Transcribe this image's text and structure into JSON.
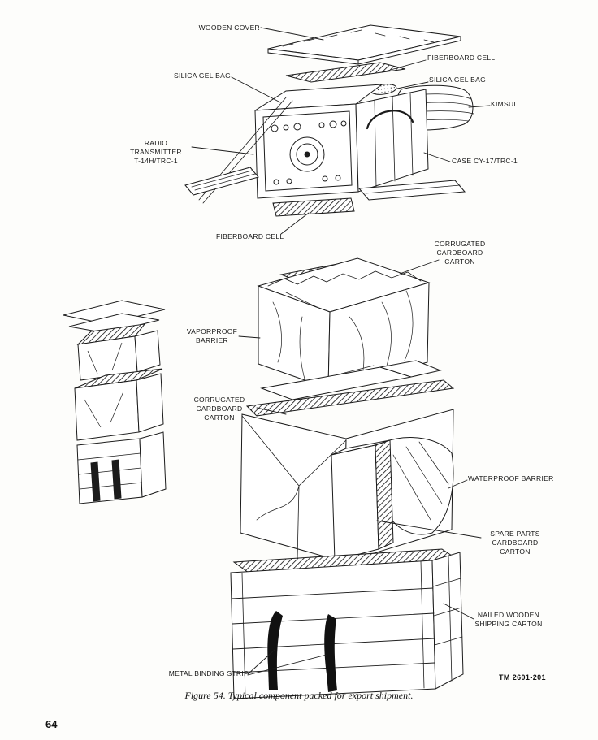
{
  "page": {
    "number": "64",
    "caption": "Figure 54.  Typical component packed for export shipment.",
    "ink_color": "#1b1b1b",
    "paper_color": "#fdfdfb"
  },
  "top_figure": {
    "labels": {
      "wooden_cover": "WOODEN COVER",
      "fiberboard_cell_top": "FIBERBOARD CELL",
      "silica_gel_bag_left": "SILICA GEL BAG",
      "silica_gel_bag_right": "SILICA GEL BAG",
      "kimsul": "KIMSUL",
      "radio_transmitter": "RADIO TRANSMITTER\nT-14H/TRC-1",
      "case": "CASE CY-17/TRC-1",
      "fiberboard_cell_bottom": "FIBERBOARD CELL"
    }
  },
  "bottom_figure": {
    "labels": {
      "corrugated_carton_top": "CORRUGATED CARDBOARD\nCARTON",
      "vaporproof_barrier": "VAPORPROOF\nBARRIER",
      "corrugated_carton_left": "CORRUGATED\nCARDBOARD CARTON",
      "waterproof_barrier": "WATERPROOF BARRIER",
      "spare_parts_carton": "SPARE PARTS\nCARDBOARD CARTON",
      "nailed_wooden_carton": "NAILED WOODEN\nSHIPPING CARTON",
      "metal_binding_strip": "METAL BINDING STRIP",
      "tm_ref": "TM 2601-201"
    }
  }
}
